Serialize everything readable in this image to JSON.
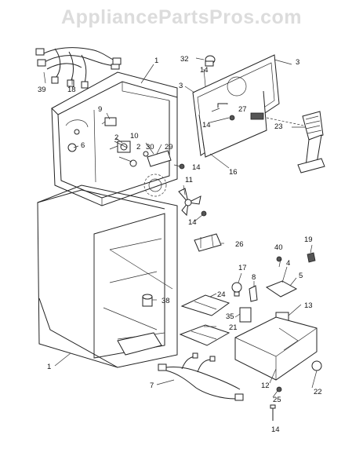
{
  "watermark": "AppliancePartsPros.com",
  "labels": [
    {
      "id": "lbl-1-top",
      "text": "1"
    },
    {
      "id": "lbl-1-bottom",
      "text": "1"
    },
    {
      "id": "lbl-2a",
      "text": "2"
    },
    {
      "id": "lbl-2b",
      "text": "2"
    },
    {
      "id": "lbl-3a",
      "text": "3"
    },
    {
      "id": "lbl-3b",
      "text": "3"
    },
    {
      "id": "lbl-4",
      "text": "4"
    },
    {
      "id": "lbl-5",
      "text": "5"
    },
    {
      "id": "lbl-6",
      "text": "6"
    },
    {
      "id": "lbl-7",
      "text": "7"
    },
    {
      "id": "lbl-8",
      "text": "8"
    },
    {
      "id": "lbl-9",
      "text": "9"
    },
    {
      "id": "lbl-10",
      "text": "10"
    },
    {
      "id": "lbl-11",
      "text": "11"
    },
    {
      "id": "lbl-12",
      "text": "12"
    },
    {
      "id": "lbl-13",
      "text": "13"
    },
    {
      "id": "lbl-14a",
      "text": "14"
    },
    {
      "id": "lbl-14b",
      "text": "14"
    },
    {
      "id": "lbl-14c",
      "text": "14"
    },
    {
      "id": "lbl-14d",
      "text": "14"
    },
    {
      "id": "lbl-14e",
      "text": "14"
    },
    {
      "id": "lbl-16",
      "text": "16"
    },
    {
      "id": "lbl-17",
      "text": "17"
    },
    {
      "id": "lbl-18",
      "text": "18"
    },
    {
      "id": "lbl-19",
      "text": "19"
    },
    {
      "id": "lbl-21",
      "text": "21"
    },
    {
      "id": "lbl-22",
      "text": "22"
    },
    {
      "id": "lbl-23",
      "text": "23"
    },
    {
      "id": "lbl-24",
      "text": "24"
    },
    {
      "id": "lbl-25",
      "text": "25"
    },
    {
      "id": "lbl-26",
      "text": "26"
    },
    {
      "id": "lbl-27",
      "text": "27"
    },
    {
      "id": "lbl-29",
      "text": "29"
    },
    {
      "id": "lbl-30",
      "text": "30"
    },
    {
      "id": "lbl-32",
      "text": "32"
    },
    {
      "id": "lbl-35",
      "text": "35"
    },
    {
      "id": "lbl-38",
      "text": "38"
    },
    {
      "id": "lbl-39",
      "text": "39"
    },
    {
      "id": "lbl-40",
      "text": "40"
    }
  ]
}
